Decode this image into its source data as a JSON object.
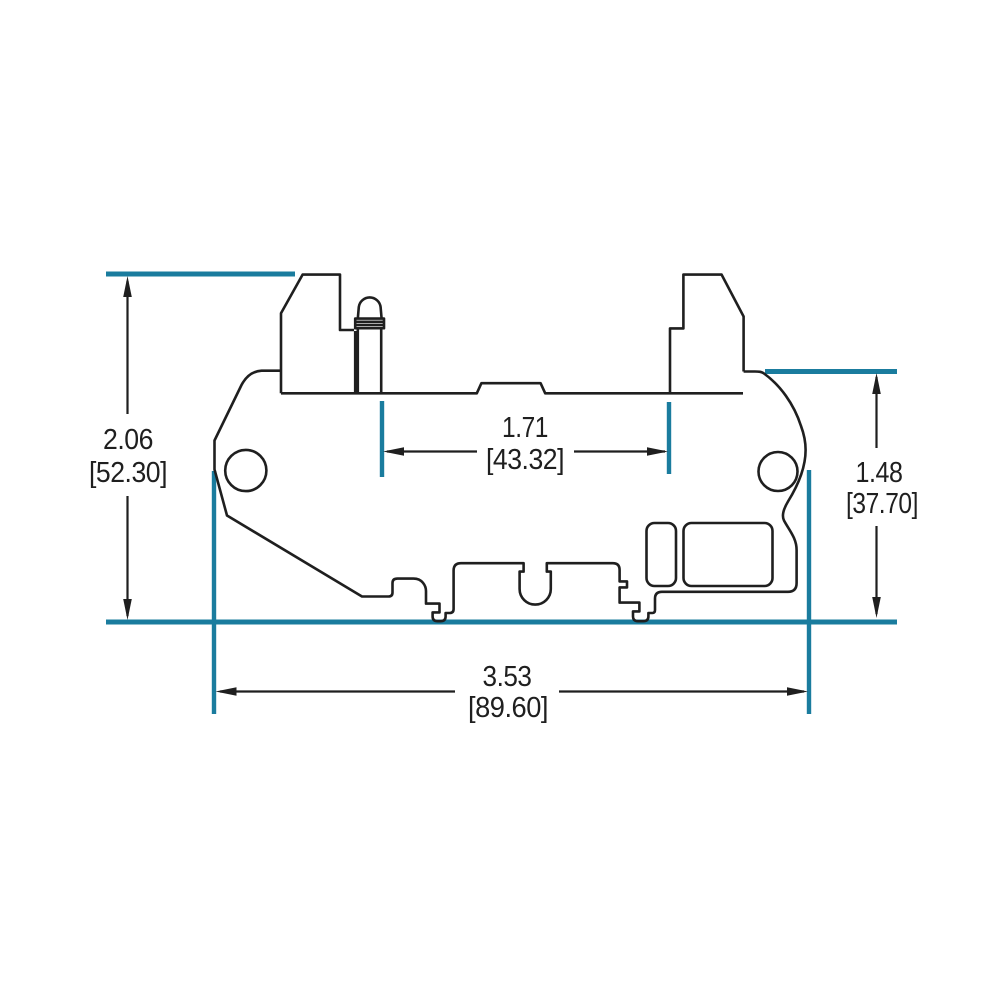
{
  "colors": {
    "dimension_line": "#1a7c9e",
    "outline": "#1f1f1f",
    "background": "#ffffff"
  },
  "dimensions": {
    "height_left": {
      "inches": "2.06",
      "mm_bracketed": "[52.30]"
    },
    "width_center": {
      "inches": "1.71",
      "mm_bracketed": "[43.32]"
    },
    "height_right": {
      "inches": "1.48",
      "mm_bracketed": "[37.70]"
    },
    "width_overall": {
      "inches": "3.53",
      "mm_bracketed": "[89.60]"
    }
  }
}
